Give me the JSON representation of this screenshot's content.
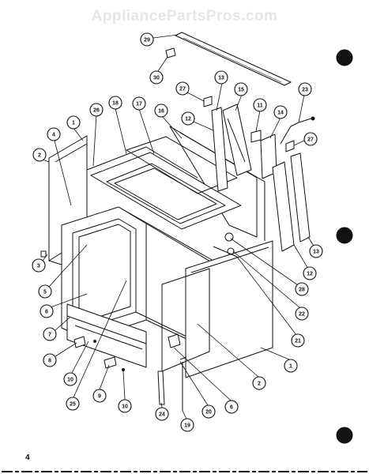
{
  "watermark": "AppliancePartsPros.com",
  "page_number": "4",
  "colors": {
    "line": "#111111",
    "background": "#ffffff",
    "watermark": "#e6e6e6",
    "edge_mark": "#000000"
  },
  "callouts": [
    "1",
    "1",
    "2",
    "2",
    "3",
    "4",
    "5",
    "6",
    "6",
    "7",
    "8",
    "9",
    "10",
    "10",
    "11",
    "12",
    "12",
    "13",
    "13",
    "14",
    "15",
    "16",
    "17",
    "18",
    "19",
    "20",
    "21",
    "22",
    "23",
    "24",
    "25",
    "26",
    "27",
    "27",
    "28",
    "29",
    "30"
  ]
}
